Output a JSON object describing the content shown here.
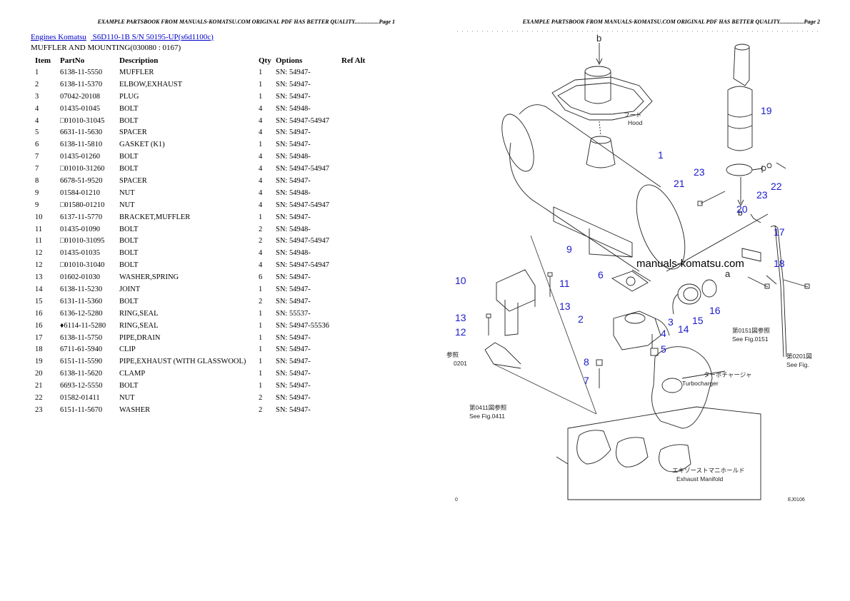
{
  "page1": {
    "header": "EXAMPLE PARTSBOOK FROM MANUALS-KOMATSU.COM ORIGINAL PDF HAS BETTER QUALITY.................Page 1",
    "breadcrumb": {
      "engines_link": "Engines Komatsu",
      "model_link": "S6D110-1B S/N 50195-UP(s6d1100c)"
    },
    "section_title": "MUFFLER AND MOUNTING(030080 : 0167)",
    "table": {
      "headers": {
        "item": "Item",
        "partno": "PartNo",
        "description": "Description",
        "qty": "Qty",
        "options": "Options",
        "refalt": "Ref Alt"
      },
      "rows": [
        {
          "item": "1",
          "partno": "6138-11-5550",
          "desc": "MUFFLER",
          "qty": "1",
          "opt": "SN: 54947-"
        },
        {
          "item": "2",
          "partno": "6138-11-5370",
          "desc": "ELBOW,EXHAUST",
          "qty": "1",
          "opt": "SN: 54947-"
        },
        {
          "item": "3",
          "partno": "07042-20108",
          "desc": "PLUG",
          "qty": "1",
          "opt": "SN: 54947-"
        },
        {
          "item": "4",
          "partno": "01435-01045",
          "desc": "BOLT",
          "qty": "4",
          "opt": "SN: 54948-"
        },
        {
          "item": "4",
          "partno": "□01010-31045",
          "desc": "BOLT",
          "qty": "4",
          "opt": "SN: 54947-54947"
        },
        {
          "item": "5",
          "partno": "6631-11-5630",
          "desc": "SPACER",
          "qty": "4",
          "opt": "SN: 54947-"
        },
        {
          "item": "6",
          "partno": "6138-11-5810",
          "desc": "GASKET (K1)",
          "qty": "1",
          "opt": "SN: 54947-"
        },
        {
          "item": "7",
          "partno": "01435-01260",
          "desc": "BOLT",
          "qty": "4",
          "opt": "SN: 54948-"
        },
        {
          "item": "7",
          "partno": "□01010-31260",
          "desc": "BOLT",
          "qty": "4",
          "opt": "SN: 54947-54947"
        },
        {
          "item": "8",
          "partno": "6678-51-9520",
          "desc": "SPACER",
          "qty": "4",
          "opt": "SN: 54947-"
        },
        {
          "item": "9",
          "partno": "01584-01210",
          "desc": "NUT",
          "qty": "4",
          "opt": "SN: 54948-"
        },
        {
          "item": "9",
          "partno": "□01580-01210",
          "desc": "NUT",
          "qty": "4",
          "opt": "SN: 54947-54947"
        },
        {
          "item": "10",
          "partno": "6137-11-5770",
          "desc": "BRACKET,MUFFLER",
          "qty": "1",
          "opt": "SN: 54947-"
        },
        {
          "item": "11",
          "partno": "01435-01090",
          "desc": "BOLT",
          "qty": "2",
          "opt": "SN: 54948-"
        },
        {
          "item": "11",
          "partno": "□01010-31095",
          "desc": "BOLT",
          "qty": "2",
          "opt": "SN: 54947-54947"
        },
        {
          "item": "12",
          "partno": "01435-01035",
          "desc": "BOLT",
          "qty": "4",
          "opt": "SN: 54948-"
        },
        {
          "item": "12",
          "partno": "□01010-31040",
          "desc": "BOLT",
          "qty": "4",
          "opt": "SN: 54947-54947"
        },
        {
          "item": "13",
          "partno": "01602-01030",
          "desc": "WASHER,SPRING",
          "qty": "6",
          "opt": "SN: 54947-"
        },
        {
          "item": "14",
          "partno": "6138-11-5230",
          "desc": "JOINT",
          "qty": "1",
          "opt": "SN: 54947-"
        },
        {
          "item": "15",
          "partno": "6131-11-5360",
          "desc": "BOLT",
          "qty": "2",
          "opt": "SN: 54947-"
        },
        {
          "item": "16",
          "partno": "6136-12-5280",
          "desc": "RING,SEAL",
          "qty": "1",
          "opt": "SN: 55537-"
        },
        {
          "item": "16",
          "partno": "♦6114-11-5280",
          "desc": "RING,SEAL",
          "qty": "1",
          "opt": "SN: 54947-55536"
        },
        {
          "item": "17",
          "partno": "6138-11-5750",
          "desc": "PIPE,DRAIN",
          "qty": "1",
          "opt": "SN: 54947-"
        },
        {
          "item": "18",
          "partno": "6711-61-5940",
          "desc": "CLIP",
          "qty": "1",
          "opt": "SN: 54947-"
        },
        {
          "item": "19",
          "partno": "6151-11-5590",
          "desc": "PIPE,EXHAUST (WITH GLASSWOOL)",
          "qty": "1",
          "opt": "SN: 54947-"
        },
        {
          "item": "20",
          "partno": "6138-11-5620",
          "desc": "CLAMP",
          "qty": "1",
          "opt": "SN: 54947-"
        },
        {
          "item": "21",
          "partno": "6693-12-5550",
          "desc": "BOLT",
          "qty": "1",
          "opt": "SN: 54947-"
        },
        {
          "item": "22",
          "partno": "01582-01411",
          "desc": "NUT",
          "qty": "2",
          "opt": "SN: 54947-"
        },
        {
          "item": "23",
          "partno": "6151-11-5670",
          "desc": "WASHER",
          "qty": "2",
          "opt": "SN: 54947-"
        }
      ]
    }
  },
  "page2": {
    "header": "EXAMPLE PARTSBOOK FROM MANUALS-KOMATSU.COM ORIGINAL PDF HAS BETTER QUALITY.................Page 2",
    "watermark": "manuals-komatsu.com",
    "callouts": [
      "1",
      "2",
      "3",
      "4",
      "5",
      "6",
      "7",
      "8",
      "9",
      "10",
      "11",
      "12",
      "13",
      "14",
      "15",
      "16",
      "17",
      "18",
      "19",
      "20",
      "21",
      "22",
      "23"
    ],
    "callout_color": "#1a1acc",
    "labels": {
      "hood_jp": "フード",
      "hood": "Hood",
      "b_top": "b",
      "b_bottom": "b",
      "a": "a",
      "turbo_jp": "ターボチャージャ",
      "turbo": "Turbocharger",
      "manifold_jp": "エキゾーストマニホールド",
      "manifold": "Exhaust Manifold",
      "ref0151_jp": "第0151図参照",
      "ref0151": "See Fig.0151",
      "ref0201_jp": "第0201図",
      "ref0201": "See Fig.",
      "ref0411_jp": "第0411図参照",
      "ref0411": "See Fig.0411",
      "left_ref_jp": "参照",
      "left_ref": "0201",
      "footer_code": "EJ0106",
      "footer_left": "0"
    }
  }
}
